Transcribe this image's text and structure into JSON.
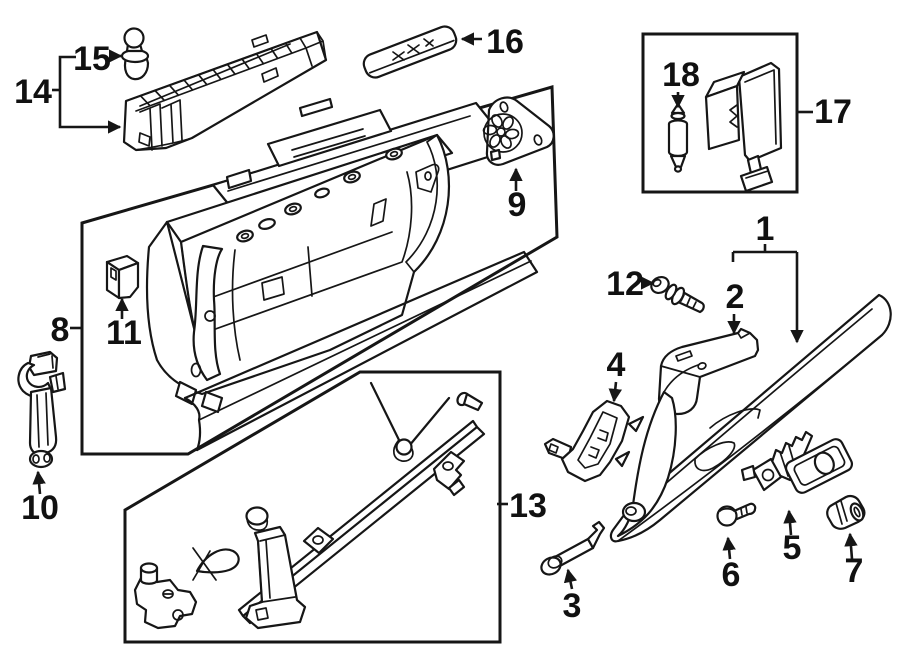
{
  "colors": {
    "background": "#ffffff",
    "line": "#161616"
  },
  "callouts": [
    {
      "id": "1",
      "label": "1"
    },
    {
      "id": "2",
      "label": "2"
    },
    {
      "id": "3",
      "label": "3"
    },
    {
      "id": "4",
      "label": "4"
    },
    {
      "id": "5",
      "label": "5"
    },
    {
      "id": "6",
      "label": "6"
    },
    {
      "id": "7",
      "label": "7"
    },
    {
      "id": "8",
      "label": "8"
    },
    {
      "id": "9",
      "label": "9"
    },
    {
      "id": "10",
      "label": "10"
    },
    {
      "id": "11",
      "label": "11"
    },
    {
      "id": "12",
      "label": "12"
    },
    {
      "id": "13",
      "label": "13"
    },
    {
      "id": "14",
      "label": "14"
    },
    {
      "id": "15",
      "label": "15"
    },
    {
      "id": "16",
      "label": "16"
    },
    {
      "id": "17",
      "label": "17"
    },
    {
      "id": "18",
      "label": "18"
    }
  ]
}
